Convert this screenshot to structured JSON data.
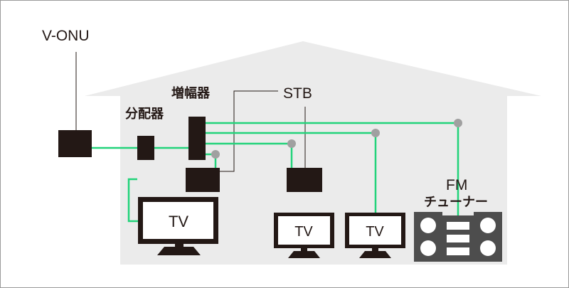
{
  "labels": {
    "onu": "V-ONU",
    "splitter": "分配器",
    "amplifier": "増幅器",
    "stb": "STB",
    "fm_line1": "FM",
    "fm_line2": "チューナー"
  },
  "tvs": [
    {
      "label": "TV"
    },
    {
      "label": "TV"
    },
    {
      "label": "TV"
    }
  ],
  "colors": {
    "house": "#ebebeb",
    "device": "#231815",
    "cable": "#22d37a",
    "junction": "#a0a0a0",
    "leader": "#231815",
    "tuner": "#4d4d4d"
  }
}
